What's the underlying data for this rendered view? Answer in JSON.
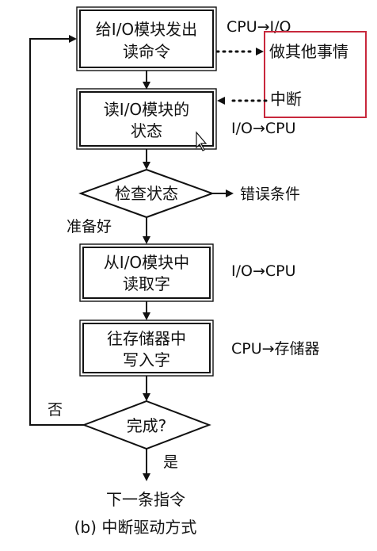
{
  "diagram": {
    "steps": {
      "issue_command": [
        "给I/O模块发出",
        "读命令"
      ],
      "read_status": [
        "读I/O模块的",
        "状态"
      ],
      "check_status": "检查状态",
      "read_word": [
        "从I/O模块中",
        "读取字"
      ],
      "write_memory": [
        "往存储器中",
        "写入字"
      ],
      "done": "完成?",
      "next_instruction": "下一条指令"
    },
    "transfers": {
      "cpu_to_io": "CPU→I/O",
      "io_to_cpu_1": "I/O→CPU",
      "io_to_cpu_2": "I/O→CPU",
      "cpu_to_memory": "CPU→存储器"
    },
    "side_box": {
      "do_other": "做其他事情",
      "interrupt": "中断",
      "border_color": "#c8283c"
    },
    "branches": {
      "error": "错误条件",
      "ready": "准备好",
      "no": "否",
      "yes": "是"
    },
    "caption": "(b) 中断驱动方式"
  }
}
